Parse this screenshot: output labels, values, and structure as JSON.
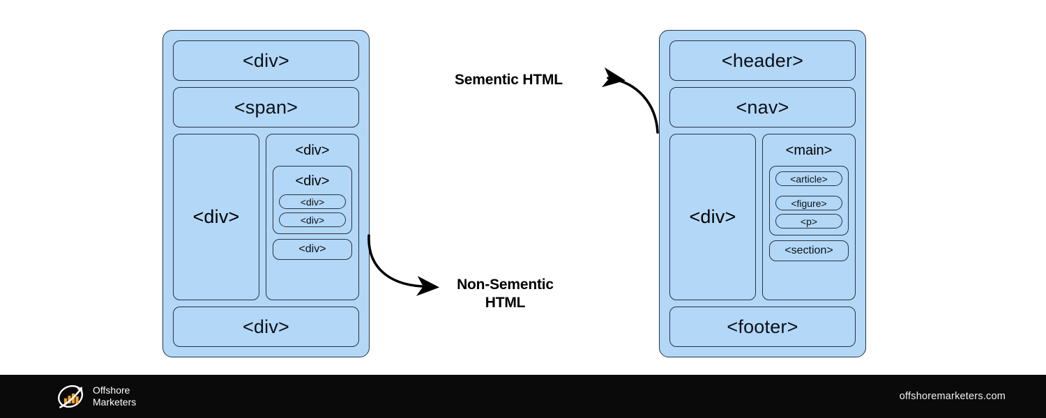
{
  "diagram": {
    "title_hidden": "Semantic vs Non-Semantic HTML structure comparison",
    "fill_color": "#b3d7f7",
    "stroke_color": "#27323f",
    "annotations": {
      "semantic": "Sementic HTML",
      "non_semantic": "Non-Sementic\nHTML"
    },
    "left_panel": {
      "name": "non-semantic-layout",
      "top_rows": [
        "<div>",
        "<span>"
      ],
      "middle": {
        "left_column": "<div>",
        "right_column": {
          "label": "<div>",
          "sub_group": {
            "label": "<div>",
            "pills": [
              "<div>",
              "<div>"
            ]
          },
          "trailing_item": "<div>"
        }
      },
      "bottom_row": "<div>"
    },
    "right_panel": {
      "name": "semantic-layout",
      "top_rows": [
        "<header>",
        "<nav>"
      ],
      "middle": {
        "left_column": "<div>",
        "right_column": {
          "label": "<main>",
          "sub_group": {
            "pills": [
              "<article>",
              "<figure>",
              "<p>"
            ]
          },
          "trailing_item": "<section>"
        }
      },
      "bottom_row": "<footer>"
    }
  },
  "footer": {
    "brand_name": "Offshore\nMarketers",
    "site_url": "offshoremarketers.com",
    "logo_colors": {
      "bars": "#f0a02c",
      "ring": "#ffffff",
      "background": "#0a0a0a"
    }
  }
}
